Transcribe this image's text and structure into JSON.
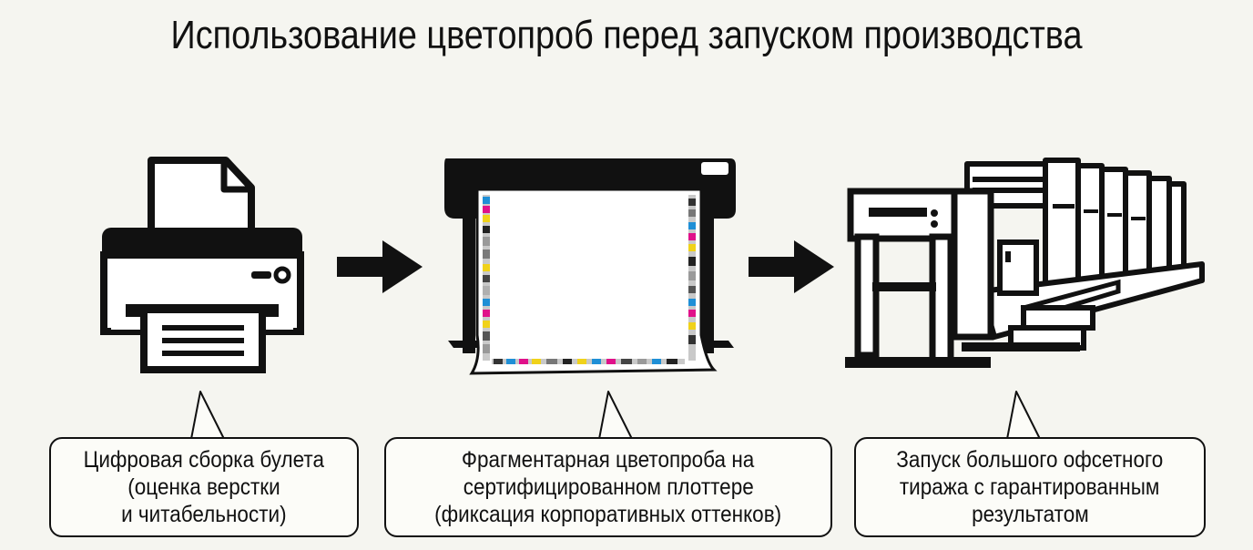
{
  "title": "Использование цветопроб перед запуском производства",
  "steps": [
    {
      "icon": "printer-icon",
      "lines": [
        "Цифровая сборка булета",
        "(оценка верстки",
        "и читабельности)"
      ]
    },
    {
      "icon": "plotter-icon",
      "lines": [
        "Фрагментарная цветопроба на",
        "сертифицированном плоттере",
        "(фиксация корпоративных оттенков)"
      ]
    },
    {
      "icon": "offset-press-icon",
      "lines": [
        "Запуск большого офсетного",
        "тиража с гарантированным",
        "результатом"
      ]
    }
  ],
  "colors": {
    "background": "#f5f5f0",
    "ink": "#111111"
  }
}
